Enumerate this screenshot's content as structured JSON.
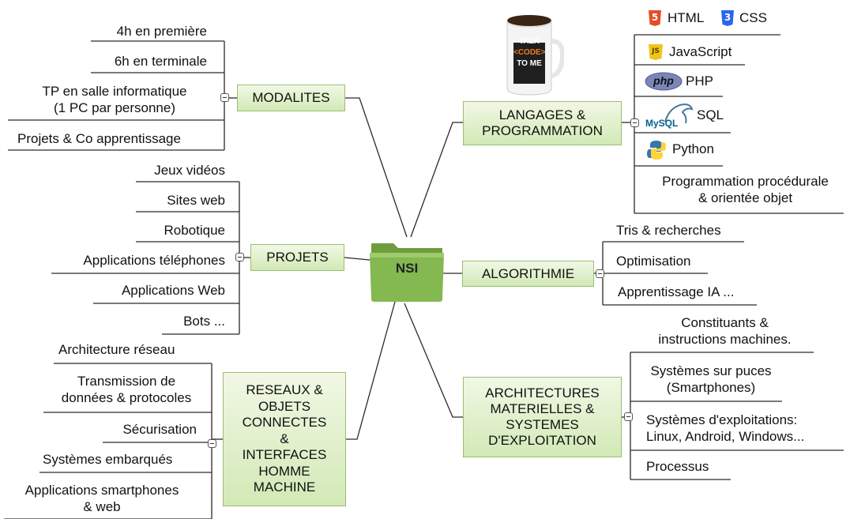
{
  "center": {
    "label": "NSI"
  },
  "modalites": {
    "title": "MODALITES",
    "items": [
      "4h en première",
      "6h en terminale",
      "TP en salle informatique\n(1 PC par personne)",
      "Projets & Co apprentissage"
    ]
  },
  "projets": {
    "title": "PROJETS",
    "items": [
      "Jeux vidéos",
      "Sites web",
      "Robotique",
      "Applications téléphones",
      "Applications Web",
      "Bots ..."
    ]
  },
  "reseaux": {
    "title": "RESEAUX &\nOBJETS\nCONNECTES\n&\nINTERFACES\nHOMME\nMACHINE",
    "items": [
      "Architecture réseau",
      "Transmission de\ndonnées & protocoles",
      "Sécurisation",
      "Systèmes  embarqués",
      "Applications smartphones\n& web"
    ]
  },
  "langages": {
    "title": "LANGAGES &\nPROGRAMMATION",
    "mug_text": [
      "TALK",
      "<CODE>",
      "TO ME"
    ],
    "items": {
      "html": "HTML",
      "css": "CSS",
      "javascript": "JavaScript",
      "php": "PHP",
      "php_logo": "php",
      "sql": "SQL",
      "mysql_logo": "MySQL",
      "python": "Python",
      "procedural": "Programmation procédurale\n& orientée objet"
    },
    "icon_letters": {
      "html": "5",
      "css": "3",
      "js": "JS"
    }
  },
  "algorithmie": {
    "title": "ALGORITHMIE",
    "items": [
      "Tris & recherches",
      "Optimisation",
      "Apprentissage IA ..."
    ]
  },
  "architectures": {
    "title": "ARCHITECTURES\nMATERIELLES &\nSYSTEMES\nD'EXPLOITATION",
    "items": [
      "Constituants &\ninstructions machines.",
      "Systèmes sur puces\n(Smartphones)",
      "Systèmes  d'exploitations:\nLinux, Android, Windows...",
      "Processus"
    ]
  },
  "colors": {
    "node_fill_top": "#f1f8e5",
    "node_fill_bottom": "#d2e9b6",
    "node_border": "#9cbd74",
    "folder": "#7fb04a",
    "line": "#2a2a2a"
  }
}
